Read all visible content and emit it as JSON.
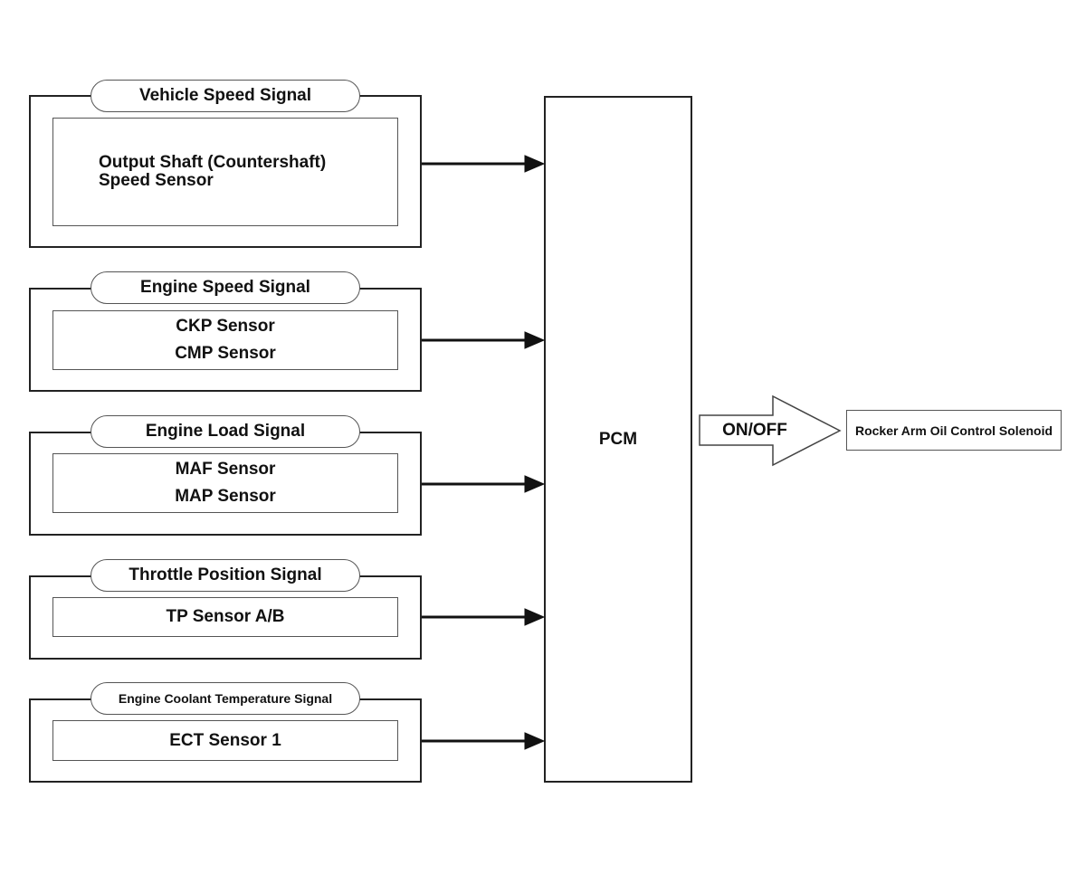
{
  "groups": [
    {
      "title": "Vehicle Speed Signal",
      "sensors": [
        "Output Shaft (Countershaft)",
        "Speed Sensor"
      ]
    },
    {
      "title": "Engine Speed Signal",
      "sensors": [
        "CKP Sensor",
        "CMP Sensor"
      ]
    },
    {
      "title": "Engine Load Signal",
      "sensors": [
        "MAF Sensor",
        "MAP Sensor"
      ]
    },
    {
      "title": "Throttle Position Signal",
      "sensors": [
        "TP Sensor A/B"
      ]
    },
    {
      "title": "Engine Coolant Temperature Signal",
      "sensors": [
        "ECT Sensor 1"
      ]
    }
  ],
  "pcm": {
    "label": "PCM"
  },
  "output_signal": {
    "label": "ON/OFF"
  },
  "output_device": {
    "label": "Rocker Arm Oil Control Solenoid"
  },
  "colors": {
    "line": "#111111",
    "border": "#222222",
    "background": "#ffffff"
  }
}
